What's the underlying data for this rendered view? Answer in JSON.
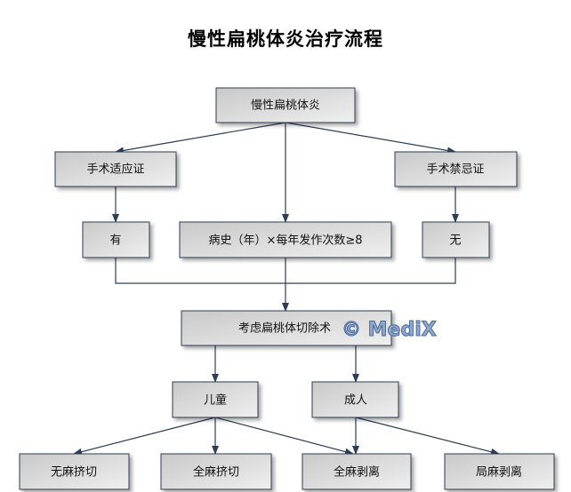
{
  "title": "慢性扁桃体炎治疗流程",
  "nodes": {
    "root": "慢性扁桃体炎",
    "indication": "手术适应证",
    "contraindication": "手术禁忌证",
    "yes": "有",
    "history": "病史（年）×每年发作次数≥8",
    "no": "无",
    "consider": "考虑扁桃体切除术",
    "child": "儿童",
    "adult": "成人",
    "b1": "无麻挤切",
    "b2": "全麻挤切",
    "b3": "全麻剥离",
    "b4": "局麻剥离"
  },
  "watermark": "© MediX"
}
